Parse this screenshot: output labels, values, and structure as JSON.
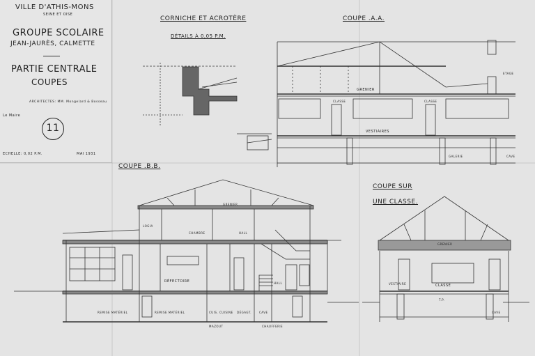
{
  "title_block": {
    "town": "VILLE D'ATHIS-MONS",
    "dept": "SEINE ET OISE",
    "line1": "GROUPE SCOLAIRE",
    "line2": "JEAN-JAURÈS, CALMETTE",
    "line3": "PARTIE CENTRALE",
    "line4": "COUPES",
    "architects": "ARCHITECTES: MM. Mongelard & Bosseau",
    "owner": "Le Maire",
    "sheet_number": "11",
    "scale": "ECHELLE: 0,02 P.M.",
    "date": "MAI 1931"
  },
  "sections": {
    "corniche_title": "CORNICHE ET ACROTÈRE",
    "corniche_sub": "DÉTAILS À 0,05 P.M.",
    "coupe_aa": "COUPE .A.A.",
    "coupe_bb": "COUPE .B.B.",
    "coupe_classe_l1": "COUPE SUR",
    "coupe_classe_l2": "UNE CLASSE."
  },
  "labels": {
    "grenier": "GRENIER",
    "vestiaires": "VESTIAIRES",
    "classe": "CLASSE",
    "cave": "CAVE",
    "galerie": "GALERIE",
    "etage": "ETAGE",
    "refectoire": "RÉFECTOIRE",
    "chambre": "CHAMBRE",
    "hall": "HALL",
    "logia": "LOGIA",
    "remise": "REMISE MATÉRIEL",
    "cuisine": "CUIS. CUISINE",
    "degagement": "DÉGAGT.",
    "mazout": "MAZOUT",
    "chaufferie": "CHAUFFERIE",
    "vestiaire": "VESTIAIRE",
    "tp": "T.P."
  }
}
